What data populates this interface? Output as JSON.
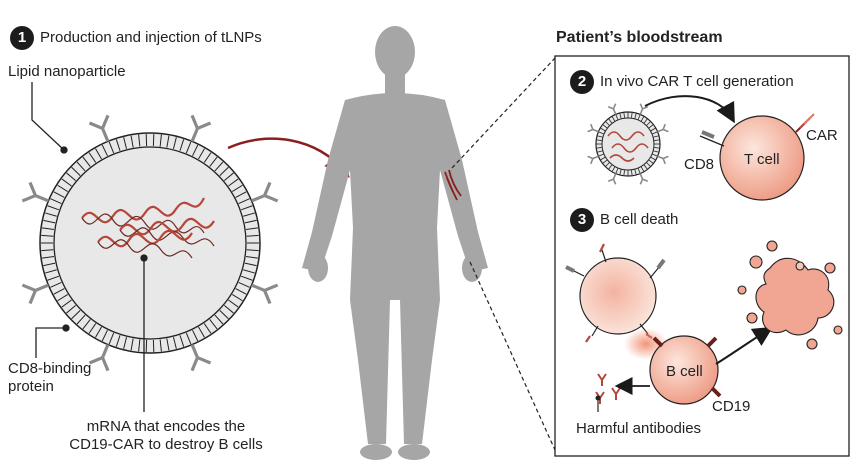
{
  "step1": {
    "number": "1",
    "title": "Production and injection of tLNPs"
  },
  "labels": {
    "lipid_nanoparticle": "Lipid nanoparticle",
    "cd8_binding_line1": "CD8-binding",
    "cd8_binding_line2": "protein",
    "mrna_line1": "mRNA that encodes the",
    "mrna_line2": "CD19-CAR to destroy B cells"
  },
  "panel": {
    "title": "Patient’s bloodstream",
    "step2": {
      "number": "2",
      "title": "In vivo CAR T cell generation"
    },
    "step3": {
      "number": "3",
      "title": "B cell death"
    },
    "cd8": "CD8",
    "t_cell": "T cell",
    "car": "CAR",
    "b_cell": "B cell",
    "cd19": "CD19",
    "harmful_antibodies": "Harmful antibodies"
  },
  "colors": {
    "ink": "#222222",
    "body_gray": "#a6a6a6",
    "rna_red": "#b5473a",
    "cell_pink": "#f2b6a6",
    "arrow_dark_red": "#8b1f1f",
    "particle_fill": "#e8e8e8"
  }
}
